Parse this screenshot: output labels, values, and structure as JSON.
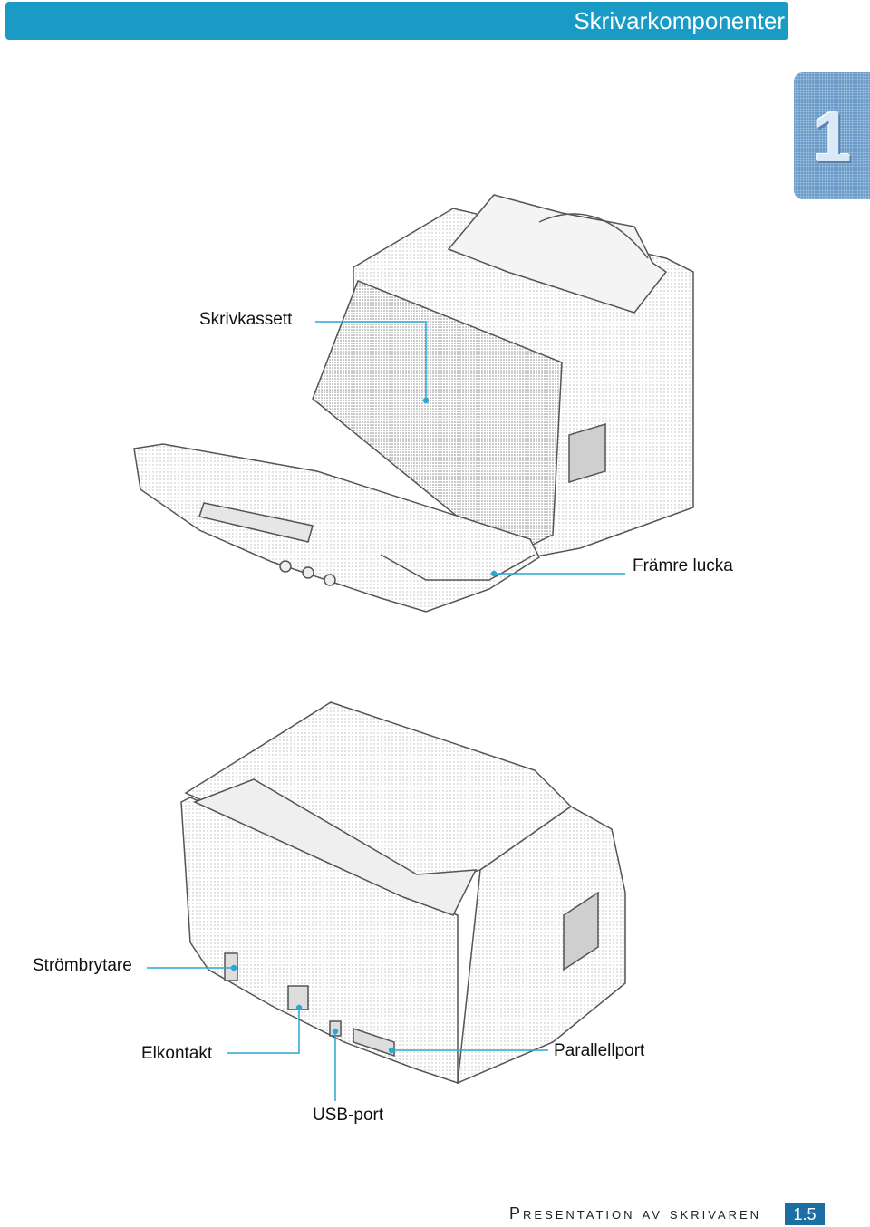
{
  "header": {
    "title": "Skrivarkomponenter"
  },
  "chapter_tab": {
    "number": "1"
  },
  "labels": {
    "cartridge": "Skrivkassett",
    "front_cover": "Främre lucka",
    "power_switch": "Strömbrytare",
    "power_connector": "Elkontakt",
    "parallel_port": "Parallellport",
    "usb_port": "USB-port"
  },
  "footer": {
    "section_title": "Presentation av skrivaren",
    "page_number": "1.5"
  },
  "colors": {
    "accent": "#1a9bc5",
    "callout_line": "#2aa7d8",
    "page_badge": "#1d6fa3"
  }
}
